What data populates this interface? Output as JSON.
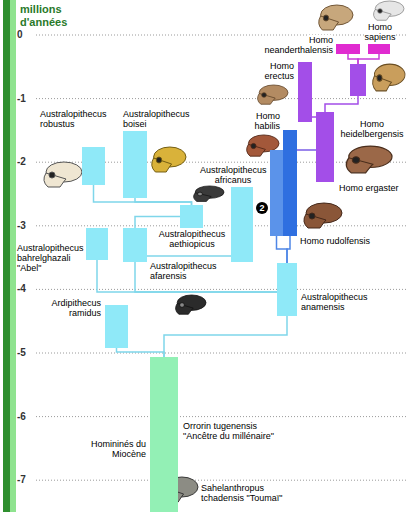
{
  "diagram": {
    "nodes": [
      {
        "text": [
          "Homo neanderthalensis"
        ]
      },
      {
        "text": [
          "Homo sapiens"
        ]
      },
      {
        "text": [
          "Homo erectus"
        ]
      },
      {
        "text": [
          "Homo heidelbergensis"
        ]
      },
      {
        "text": [
          "Homo habilis"
        ]
      },
      {
        "text": [
          "Homo ergaster"
        ]
      },
      {
        "text": [
          "Australopithecus robustus"
        ]
      },
      {
        "text": [
          "Australopithecus boisei"
        ]
      },
      {
        "text": [
          "Australopithecus africanus"
        ]
      },
      {
        "text": [
          "Australopithecus aethiopicus"
        ]
      },
      {
        "text": [
          "Homo rudolfensis"
        ]
      },
      {
        "text": [
          "Australopithecus bahrelghazali \"Abel\""
        ]
      },
      {
        "text": [
          "Australopithecus afarensis"
        ]
      },
      {
        "text": [
          "Australopithecus anamensis"
        ]
      },
      {
        "text": [
          "Ardipithecus ramidus"
        ]
      },
      {
        "text": [
          "Homininés du Miocène"
        ]
      }
    ],
    "edges": [
      {
        "from": 15,
        "to": 14,
        "arrow": "none"
      },
      {
        "from": 15,
        "to": 13,
        "arrow": "none"
      },
      {
        "from": 13,
        "to": 11,
        "arrow": "none"
      },
      {
        "from": 13,
        "to": 12,
        "arrow": "none"
      },
      {
        "from": 12,
        "to": 9,
        "arrow": "none"
      },
      {
        "from": 12,
        "to": 8,
        "arrow": "none"
      },
      {
        "from": 9,
        "to": 6,
        "arrow": "none"
      },
      {
        "from": 9,
        "to": 7,
        "arrow": "none"
      },
      {
        "from": 13,
        "to": 4,
        "arrow": "none"
      },
      {
        "from": 13,
        "to": 10,
        "arrow": "none"
      },
      {
        "from": 4,
        "to": 5,
        "arrow": "none"
      },
      {
        "from": 5,
        "to": 2,
        "arrow": "none"
      },
      {
        "from": 5,
        "to": 3,
        "arrow": "none"
      },
      {
        "from": 3,
        "to": 0,
        "arrow": "none"
      },
      {
        "from": 3,
        "to": 1,
        "arrow": "none"
      }
    ],
    "labels": [
      "millions d'années",
      "0",
      "-1",
      "-2",
      "-3",
      "-4",
      "-5",
      "-6",
      "-7",
      "2",
      "Orrorin tugenensis \"Ancêtre du millénaire\"",
      "Sahelanthropus tchadensis \"Toumaï\""
    ]
  }
}
